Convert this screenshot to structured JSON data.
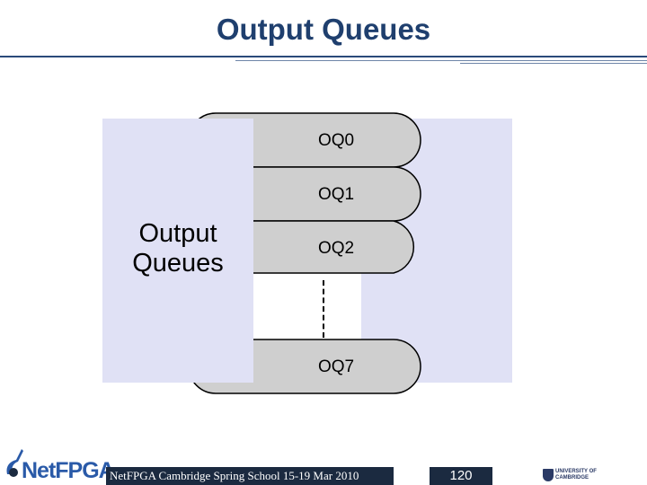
{
  "title": "Output Queues",
  "panel": {
    "label": "Output\nQueues"
  },
  "queues": [
    {
      "label": "OQ0"
    },
    {
      "label": "OQ1"
    },
    {
      "label": "OQ2"
    },
    {
      "label": "OQ7"
    }
  ],
  "footer": {
    "event": "NetFPGA Cambridge Spring School 15-19 Mar 2010",
    "page_number": "120",
    "logo_text": "NetFPGA",
    "university": "UNIVERSITY OF\nCAMBRIDGE"
  },
  "colors": {
    "title": "#1f3f6e",
    "panel_bg": "#e0e1f5",
    "queue_fill": "#cfcfcf",
    "footer_bg": "#1b2a40"
  }
}
